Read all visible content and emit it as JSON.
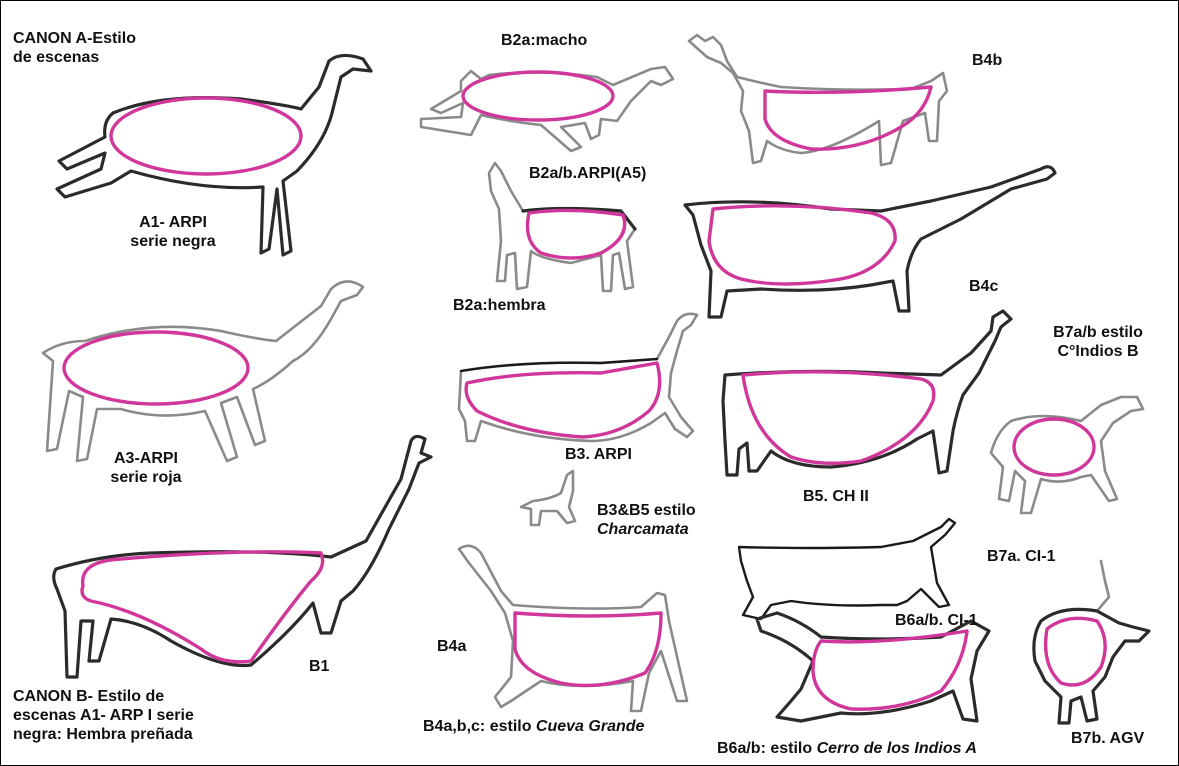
{
  "labels": {
    "canon_a_1": "CANON A-Estilo",
    "canon_a_2": "de escenas",
    "a1_1": "A1- ARPI",
    "a1_2": "serie negra",
    "a3_1": "A3-ARPI",
    "a3_2": "serie roja",
    "b1": "B1",
    "canon_b_1": "CANON B- Estilo de",
    "canon_b_2": "escenas A1- ARP I  serie",
    "canon_b_3": "negra: Hembra preñada",
    "b2a_macho": "B2a:macho",
    "b2ab": "B2a/b.ARPI(A5)",
    "b2a_hembra": "B2a:hembra",
    "b3": "B3. ARPI",
    "b3b5_1": "B3&B5 estilo",
    "b3b5_2": "Charcamata",
    "b4a": "B4a",
    "b4abc_prefix": "B4a,b,c: estilo ",
    "b4abc_style": "Cueva Grande",
    "b4b": "B4b",
    "b4c": "B4c",
    "b5": "B5. CH II",
    "b6ab_ci": "B6a/b. CI-1",
    "b6ab_prefix": "B6a/b: estilo ",
    "b6ab_style": "Cerro de los Indios A",
    "b7ab_1": "B7a/b estilo",
    "b7ab_2": "C°Indios B",
    "b7a": "B7a. CI-1",
    "b7b": "B7b. AGV"
  },
  "colors": {
    "outline": "#2b2b2b",
    "faded_outline": "#8a8a8a",
    "body_highlight": "#d1369b",
    "background": "#ffffff"
  }
}
